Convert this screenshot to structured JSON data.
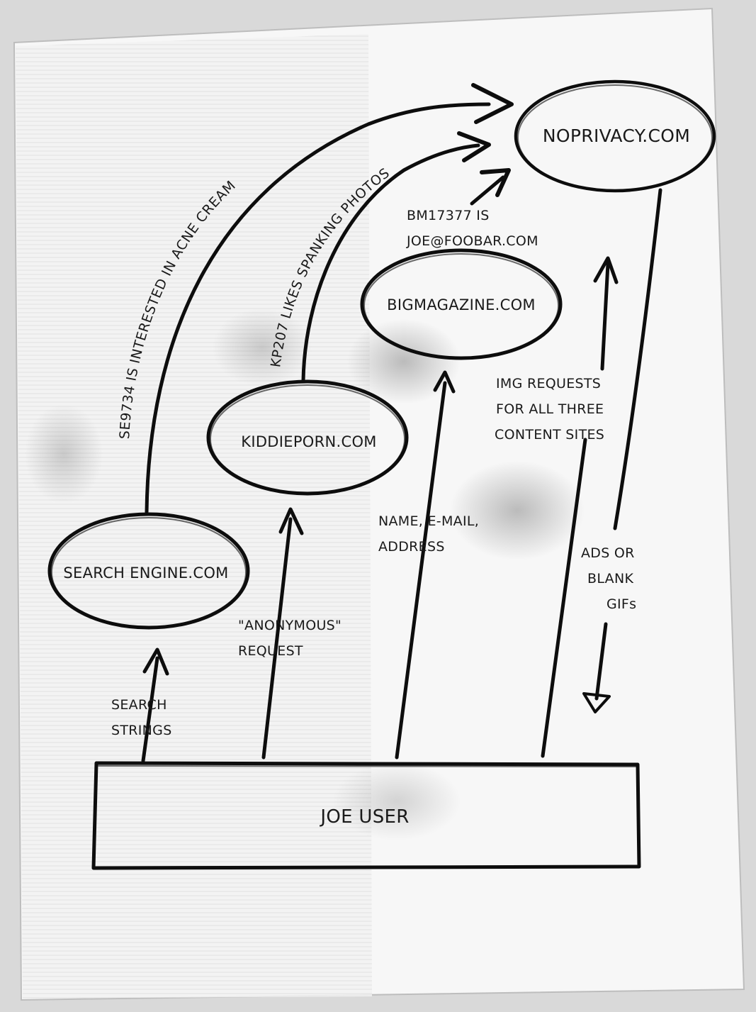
{
  "nodes": {
    "noprivacy": "NOPRIVACY.COM",
    "bigmagazine": "BIGMAGAZINE.COM",
    "kiddieporn": "KIDDIEPORN.COM",
    "search_engine": "SEARCH ENGINE.COM",
    "joe_user": "JOE USER"
  },
  "edges": {
    "se_to_noprivacy": "SE9734  IS INTERESTED IN ACNE CREAM",
    "kp_to_noprivacy": "KP207 LIKES SPANKING PHOTOS",
    "bm_to_noprivacy_line1": "BM17377 IS",
    "bm_to_noprivacy_line2": "JOE@FOOBAR.COM",
    "user_to_search_line1": "SEARCH",
    "user_to_search_line2": "STRINGS",
    "user_to_kiddie_line1": "\"ANONYMOUS\"",
    "user_to_kiddie_line2": "REQUEST",
    "user_to_bigmag_line1": "NAME, E-MAIL,",
    "user_to_bigmag_line2": "ADDRESS",
    "img_requests_line1": "IMG REQUESTS",
    "img_requests_line2": "FOR ALL THREE",
    "img_requests_line3": "CONTENT SITES",
    "ads_line1": "ADS OR",
    "ads_line2": "BLANK",
    "ads_line3": "GIFs"
  }
}
